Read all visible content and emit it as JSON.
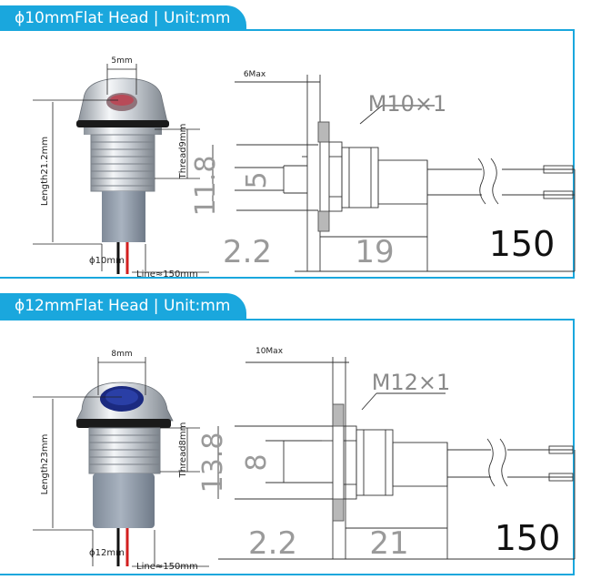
{
  "sections": [
    {
      "title": "ϕ10mmFlat Head | Unit:mm",
      "lens_color": "#b84a58",
      "labels": {
        "head_width": "5mm",
        "length": "Length21.2mm",
        "thread": "Thread9mm",
        "diameter": "ϕ10mm",
        "line": "Line≈150mm"
      },
      "drawing": {
        "max": "6Max",
        "thread_spec": "M10×1",
        "height": "11.8",
        "inner": "5",
        "flange": "2.2",
        "body_len": "19",
        "wire_len": "150"
      }
    },
    {
      "title": "ϕ12mmFlat Head | Unit:mm",
      "lens_color": "#2a3fa6",
      "labels": {
        "head_width": "8mm",
        "length": "Length23mm",
        "thread": "Thread8mm",
        "diameter": "ϕ12mm",
        "line": "Line≈150mm"
      },
      "drawing": {
        "max": "10Max",
        "thread_spec": "M12×1",
        "height": "13.8",
        "inner": "8",
        "flange": "2.2",
        "body_len": "21",
        "wire_len": "150"
      }
    }
  ]
}
